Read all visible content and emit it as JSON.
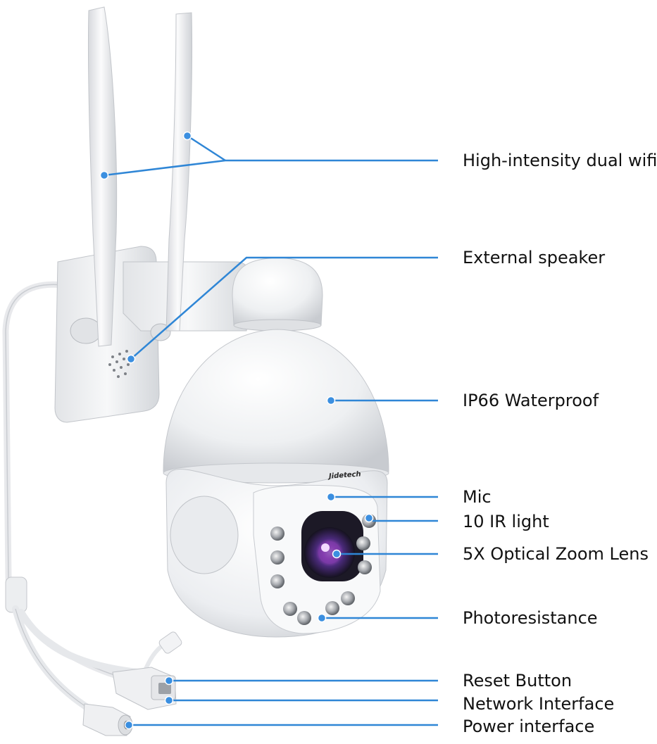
{
  "brand_mark": "Jidetech",
  "colors": {
    "callout_line": "#2f86d6",
    "callout_dot": "#3b8fe0",
    "label_text": "#111111",
    "device_body": "#f1f2f4",
    "device_shadow": "#c9ccd1",
    "lens_glass": "#2b2540",
    "lens_highlight": "#b14fd6"
  },
  "callouts": [
    {
      "id": "wifi",
      "label": "High-intensity dual wifi"
    },
    {
      "id": "speaker",
      "label": "External speaker"
    },
    {
      "id": "waterproof",
      "label": "IP66 Waterproof"
    },
    {
      "id": "mic",
      "label": "Mic"
    },
    {
      "id": "ir",
      "label": "10 IR light"
    },
    {
      "id": "lens",
      "label": "5X Optical Zoom Lens"
    },
    {
      "id": "photo",
      "label": "Photoresistance"
    },
    {
      "id": "reset",
      "label": "Reset Button"
    },
    {
      "id": "network",
      "label": "Network Interface"
    },
    {
      "id": "power",
      "label": "Power interface"
    }
  ]
}
